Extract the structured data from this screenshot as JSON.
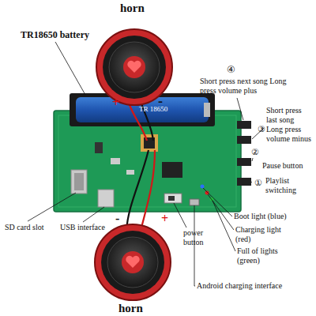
{
  "diagram": {
    "labels": [
      "horn",
      "TR18650 battery",
      "+",
      "-",
      "④",
      "Short press next song Long press volume plus",
      "Short press last song",
      "③",
      "Long press volume minus",
      "②",
      "Pause button",
      "①",
      "Playlist switching",
      "Boot light (blue)",
      "Charging light (red)",
      "Full of lights (green)",
      "Android charging interface",
      "SD card slot",
      "USB interface",
      "power button",
      "-",
      "+",
      "horn",
      "TR 18650"
    ]
  }
}
